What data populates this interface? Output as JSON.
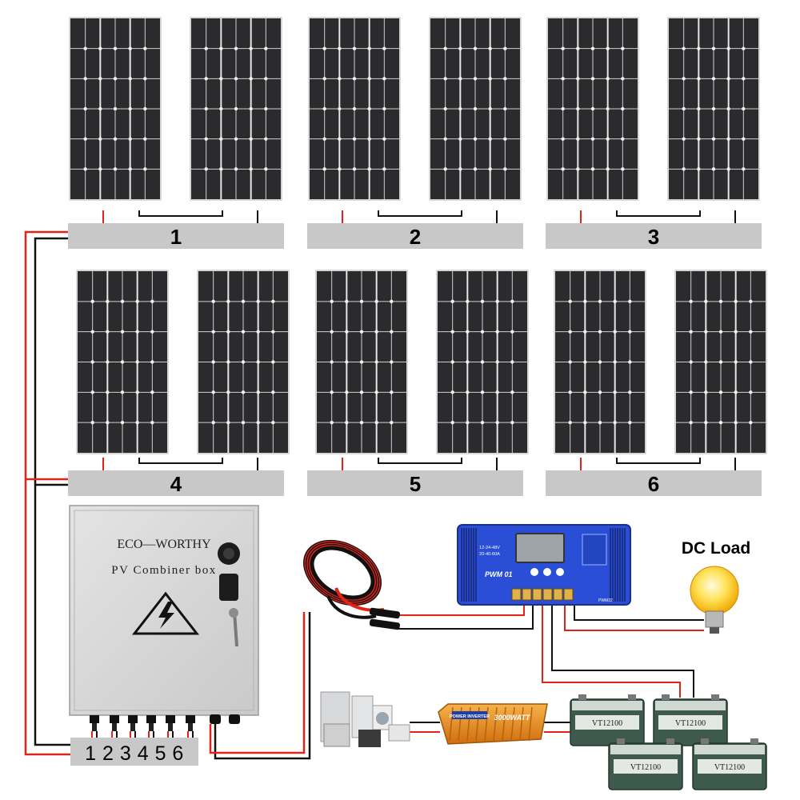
{
  "strings": [
    {
      "id": "1",
      "label": "1"
    },
    {
      "id": "2",
      "label": "2"
    },
    {
      "id": "3",
      "label": "3"
    },
    {
      "id": "4",
      "label": "4"
    },
    {
      "id": "5",
      "label": "5"
    },
    {
      "id": "6",
      "label": "6"
    }
  ],
  "combiner_box": {
    "brand": "ECO—WORTHY",
    "title": "PV Combiner box",
    "inputs_label": "1 2 3 4 5 6"
  },
  "controller": {
    "model": "PWM 01",
    "spec_line1": "12-24-48V",
    "spec_line2": "20-40-60A",
    "product_code": "PWM32"
  },
  "inverter": {
    "brand": "POWER INVERTER",
    "rating": "3000WATT"
  },
  "battery_label": "VT12100",
  "dc_load_label": "DC Load",
  "colors": {
    "positive_wire": "#e2231a",
    "negative_wire": "#111111",
    "label_bar": "#c8c8c8",
    "panel_cell": "#2b2b2e",
    "controller_blue": "#2a4fd6",
    "inverter_orange": "#e8891c",
    "battery_green": "#3d5a4c"
  }
}
